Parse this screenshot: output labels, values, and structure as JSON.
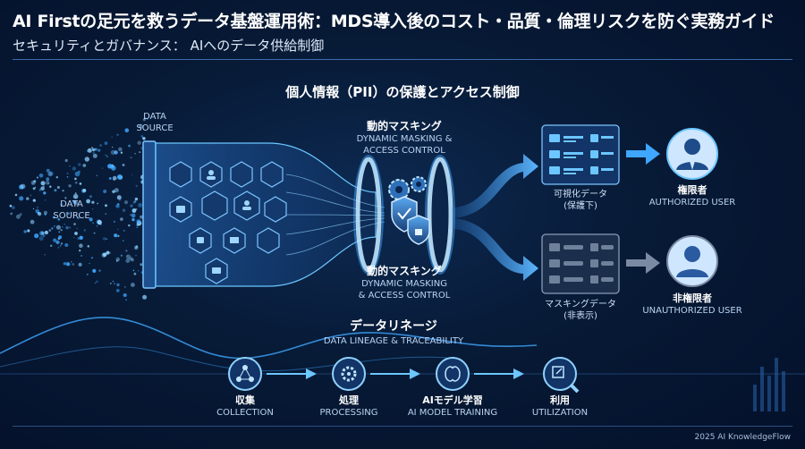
{
  "header": {
    "title": "AI Firstの足元を救うデータ基盤運用術：MDS導入後のコスト・品質・倫理リスクを防ぐ実務ガイド",
    "subtitle": "セキュリティとガバナンス： AIへのデータ供給制御"
  },
  "section_heading": "個人情報（PII）の保護とアクセス制御",
  "source_labels": {
    "top": [
      "DATA",
      "SOURCE"
    ],
    "left": [
      "DATA",
      "SOURCE"
    ]
  },
  "masking_top": {
    "jp": "動的マスキング",
    "en_line1": "DYNAMIC MASKING &",
    "en_line2": "ACCESS CONTROL"
  },
  "masking_bottom": {
    "jp": "動的マスキング",
    "en_line1": "DYNAMIC MASKING",
    "en_line2": "& ACCESS CONTROL"
  },
  "outputs": {
    "visible": {
      "jp": "可視化データ",
      "note": "(保護下)"
    },
    "masked": {
      "jp": "マスキングデータ",
      "note": "(非表示)"
    }
  },
  "users": {
    "authorized": {
      "jp": "権限者",
      "en": "AUTHORIZED USER"
    },
    "unauthorized": {
      "jp": "非権限者",
      "en": "UNAUTHORIZED USER"
    }
  },
  "lineage": {
    "jp": "データリネージ",
    "en": "DATA LINEAGE & TRACEABILITY",
    "steps": [
      {
        "jp": "収集",
        "en": "COLLECTION",
        "icon": "nodes-icon"
      },
      {
        "jp": "処理",
        "en": "PROCESSING",
        "icon": "gear-icon"
      },
      {
        "jp": "AIモデル学習",
        "en": "AI MODEL TRAINING",
        "icon": "brain-icon"
      },
      {
        "jp": "利用",
        "en": "UTILIZATION",
        "icon": "magnifier-icon"
      }
    ]
  },
  "colors": {
    "background": "#071a36",
    "accent": "#3fa7ff",
    "glow": "#6cc6ff",
    "shield": "#1e5fa8"
  },
  "footer": "2025 AI KnowledgeFlow"
}
